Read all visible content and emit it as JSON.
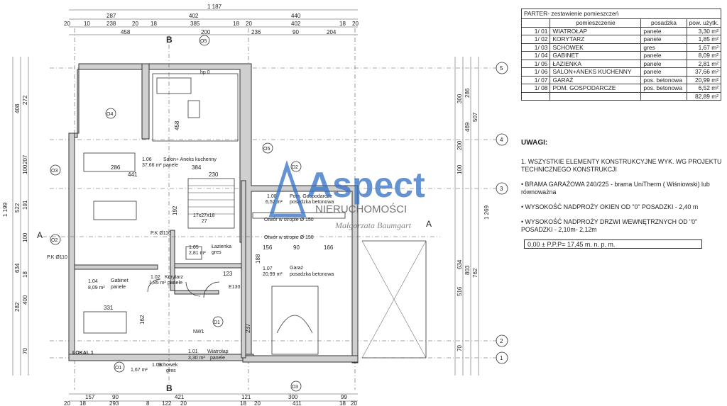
{
  "legend": {
    "title": "PARTER- zestawienie pomieszczeń",
    "headers": [
      "pomieszczenie",
      "posadzka",
      "pow. użytk."
    ],
    "rows": [
      {
        "no": "1/ 01",
        "name": "WIATROŁAP",
        "floor": "panele",
        "area": "3,30 m²"
      },
      {
        "no": "1/ 02",
        "name": "KORYTARZ",
        "floor": "panele",
        "area": "1,85 m²"
      },
      {
        "no": "1/ 03",
        "name": "SCHOWEK",
        "floor": "gres",
        "area": "1,67 m²"
      },
      {
        "no": "1/ 04",
        "name": "GABINET",
        "floor": "panele",
        "area": "8,09 m²"
      },
      {
        "no": "1/ 05",
        "name": "ŁAZIENKA",
        "floor": "panele",
        "area": "2,81 m²"
      },
      {
        "no": "1/ 06",
        "name": "SALON+ANEKS KUCHENNY",
        "floor": "panele",
        "area": "37,66 m²"
      },
      {
        "no": "1/ 07",
        "name": "GARAŻ",
        "floor": "pos. betonowa",
        "area": "20,99 m²"
      },
      {
        "no": "1/ 08",
        "name": "POM. GOSPODARCZE",
        "floor": "pos. betonowa",
        "area": "6,52 m²"
      }
    ],
    "total": "82,89 m²"
  },
  "notes": {
    "heading": "UWAGI:",
    "items": [
      "1.   WSZYSTKIE ELEMENTY KONSTRUKCYJNE  WYK. WG PROJEKTU TECHNICZNEGO KONSTRUKCJI",
      "•  BRAMA GARAŻOWA 240/225 - brama UniTherm ( Wiśniowski) lub równoważna",
      "•  WYSOKOŚĆ NADPROŻY OKIEN OD \"0\" POSADZKI - 2,40 m",
      "•  WYSOKOŚĆ NADPROŻY DRZWI WEWNĘTRZNYCH OD \"0\" POSADZKI - 2,10m- 2,12m"
    ],
    "level": "0,00 ± P.P.P= 17,45 m. n. p. m."
  },
  "watermark": {
    "brand": "Aspect",
    "sub": "NIERUCHOMOŚCI",
    "sign": "Małgorzata Baumgart"
  },
  "plan": {
    "top_total": "1 187",
    "top_row1": [
      "287",
      "402",
      "440"
    ],
    "top_row2": [
      "20",
      "10",
      "238",
      "20",
      "18",
      "385",
      "18",
      "20",
      "402",
      "18",
      "20"
    ],
    "top_row3": [
      "458",
      "200",
      "236",
      "90",
      "204"
    ],
    "bottom_row1": [
      "157",
      "90",
      "421",
      "121",
      "300",
      "99"
    ],
    "bottom_row2": [
      "20",
      "18",
      "293",
      "8",
      "122",
      "20",
      "18",
      "20",
      "411",
      "18",
      "20"
    ],
    "left_total": "1 199",
    "left_row1": [
      "408",
      "522",
      "634",
      "282"
    ],
    "left_row2": [
      "272",
      "207",
      "100",
      "191",
      "100",
      "18",
      "400",
      "70"
    ],
    "right_total": "1 269",
    "right_row1": [
      "507",
      "762"
    ],
    "right_row2": [
      "286",
      "469",
      "803"
    ],
    "right_row3": [
      "300",
      "200",
      "100",
      "634",
      "516",
      "70"
    ],
    "axes": [
      "5",
      "4",
      "3",
      "2",
      "1"
    ],
    "section_a": "A",
    "section_b": "B",
    "unit_label": "LOKAL 1",
    "rooms": [
      {
        "no": "1.06",
        "name": "Salon+ Aneks kuchenny",
        "area": "37,66 m²",
        "floor": "panele"
      },
      {
        "no": "1.08",
        "name": "Pom. Gospodarcze",
        "area": "6,52 m²",
        "floor": "posadzka betonowa"
      },
      {
        "no": "1.05",
        "name": "Łazienka",
        "area": "2,81 m²",
        "floor": "gres"
      },
      {
        "no": "1.07",
        "name": "Garaż",
        "area": "20,99 m²",
        "floor": "posadzka betonowa"
      },
      {
        "no": "1.04",
        "name": "Gabinet",
        "area": "8,09 m²",
        "floor": "panele"
      },
      {
        "no": "1.02",
        "name": "Korytarz",
        "area": "1,85 m²",
        "floor": "panele"
      },
      {
        "no": "1.01",
        "name": "Wiatrołap",
        "area": "3,30 m²",
        "floor": "panele"
      },
      {
        "no": "1.03",
        "name": "Schowek",
        "area": "1,67 m²",
        "floor": "gres"
      }
    ],
    "windows": [
      "O5",
      "O4",
      "O3",
      "O2",
      "O5",
      "D2",
      "O1",
      "D3",
      "D1"
    ],
    "notes_plan": [
      "Otwór w stropie Ø 150",
      "Otwór w stropie Ø 150",
      "P.K Ø110",
      "P.K Ø110",
      "NW1",
      "E130",
      "hp 0",
      "17x27x18",
      "27"
    ],
    "inner_dims": [
      "286",
      "441",
      "230",
      "384",
      "458",
      "331",
      "156",
      "90",
      "166",
      "188",
      "237",
      "123",
      "162",
      "192"
    ]
  }
}
